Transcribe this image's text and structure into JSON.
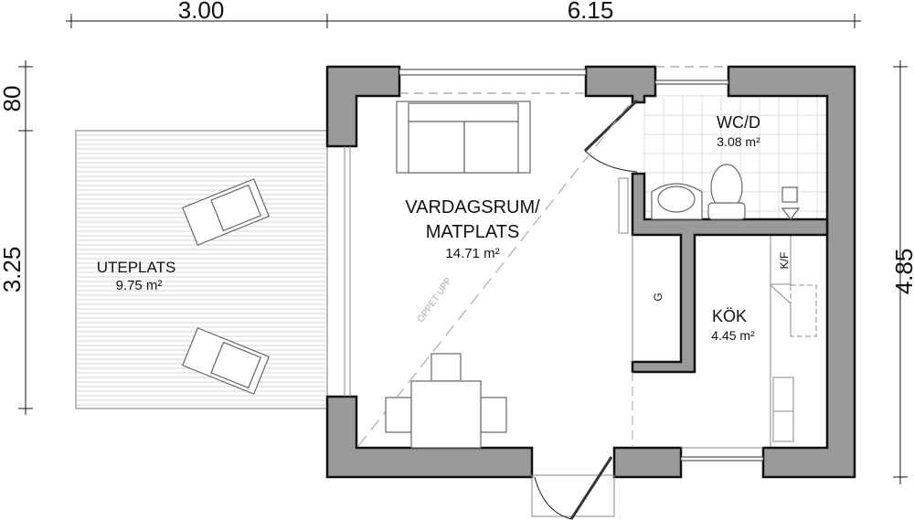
{
  "dimensions": {
    "top_left": "3.00",
    "top_right": "6.15",
    "left_top": "80",
    "left_main": "3.25",
    "right": "4.85"
  },
  "rooms": {
    "living": {
      "name_line1": "VARDAGSRUM/",
      "name_line2": "MATPLATS",
      "area": "14.71 m²"
    },
    "wc": {
      "name": "WC/D",
      "area": "3.08 m²"
    },
    "kitchen": {
      "name": "KÖK",
      "area": "4.45 m²"
    },
    "patio": {
      "name": "UTEPLATS",
      "area": "9.75 m²"
    }
  },
  "annotations": {
    "open_ceiling": "ÖPPET UPP",
    "fridge_freezer": "K/F",
    "wardrobe": "G"
  },
  "colors": {
    "wall": "#9a9a9a",
    "line": "#111111"
  }
}
